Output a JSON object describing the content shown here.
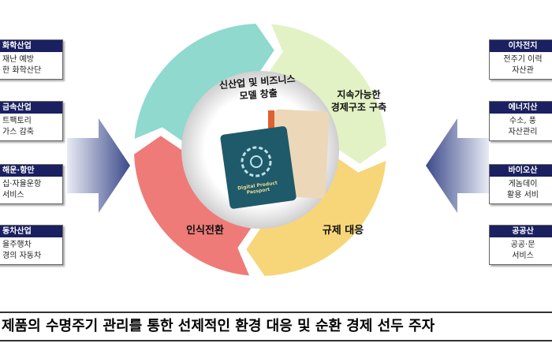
{
  "left_boxes": [
    {
      "title": "화학산업",
      "lines": [
        "재난 예방",
        "한 화학산단"
      ]
    },
    {
      "title": "금속산업",
      "lines": [
        "트팩토리",
        "가스 감축"
      ]
    },
    {
      "title": "해운·항만",
      "lines": [
        "십·자율운항",
        "서비스"
      ]
    },
    {
      "title": "동차산업",
      "lines": [
        "율주행차",
        "경의 자동차"
      ]
    }
  ],
  "right_boxes": [
    {
      "title": "이차전지",
      "lines": [
        "전주기 이력",
        "자산관"
      ]
    },
    {
      "title": "에너지산",
      "lines": [
        "수소, 풍",
        "자산관리"
      ]
    },
    {
      "title": "바이오산",
      "lines": [
        "게놈데이",
        "활용 서비"
      ]
    },
    {
      "title": "공공산",
      "lines": [
        "공공·문",
        "서비스"
      ]
    }
  ],
  "cycle": {
    "seg1": [
      "신산업 및 비즈니스",
      "모델 창출"
    ],
    "seg2": [
      "지속가능한",
      "경제구조 구축"
    ],
    "seg3": "규제 대응",
    "seg4": "인식전환",
    "center": [
      "Digital Product",
      "Passport"
    ]
  },
  "banner": "제품의 수명주기 관리를 통한 선제적인 환경 대응 및 순환 경제 선두 주자",
  "colors": {
    "teal": "#8fd9cf",
    "green": "#e2f2c4",
    "yellow": "#f7d679",
    "red": "#ee7b78",
    "navy": "#1a2060",
    "passport": "#1f5a6a"
  }
}
